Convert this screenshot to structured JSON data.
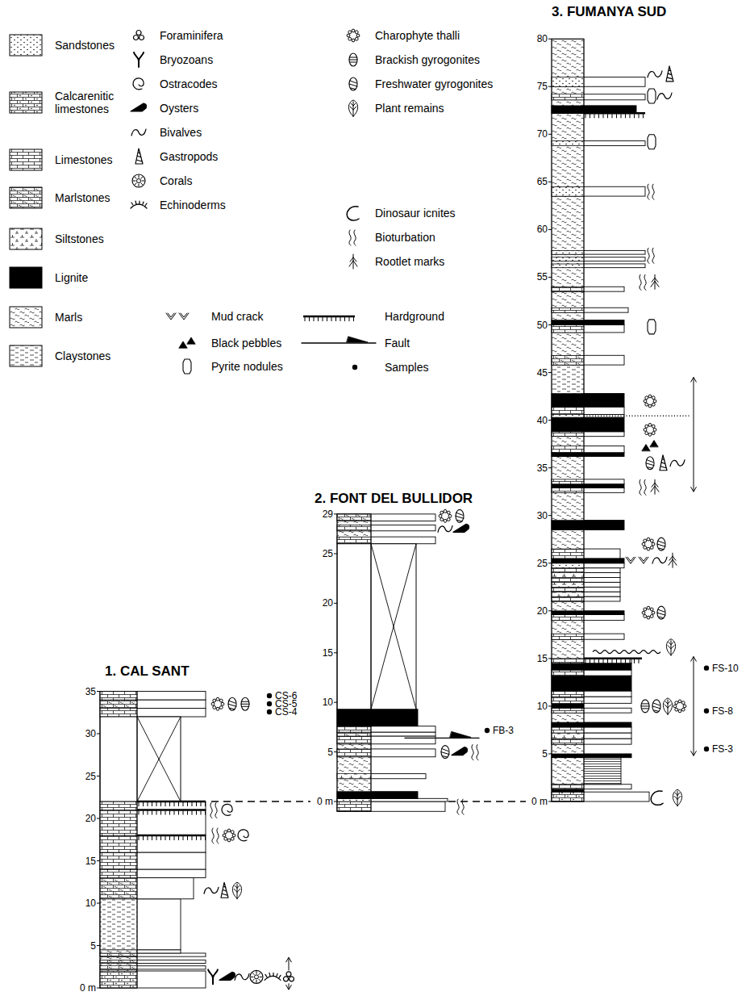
{
  "diagram": {
    "nodes": [
      {
        "text": [
          "1. CAL SANT"
        ]
      },
      {
        "text": [
          "2. FONT DEL BULLIDOR"
        ]
      },
      {
        "text": [
          "3. FUMANYA SUD"
        ]
      }
    ],
    "edges": [
      {
        "from": 0,
        "to": 1,
        "arrow": "none"
      },
      {
        "from": 1,
        "to": 2,
        "arrow": "none"
      }
    ],
    "labels": [
      "35",
      "30",
      "25",
      "20",
      "15",
      "10",
      "5",
      "0 m",
      "29",
      "25",
      "20",
      "15",
      "10",
      "5",
      "0 m",
      "80",
      "75",
      "70",
      "65",
      "60",
      "55",
      "50",
      "45",
      "40",
      "35",
      "30",
      "25",
      "20",
      "15",
      "10",
      "5",
      "0 m",
      "CS-6",
      "CS-5",
      "CS-4",
      "FB-3",
      "FS-10",
      "FS-8",
      "FS-3"
    ],
    "legend": [
      {
        "text": "Sandstones"
      },
      {
        "text": "Calcarenitic limestones"
      },
      {
        "text": "Limestones"
      },
      {
        "text": "Marlstones"
      },
      {
        "text": "Siltstones"
      },
      {
        "text": "Lignite",
        "color": "#000000"
      },
      {
        "text": "Marls"
      },
      {
        "text": "Claystones"
      },
      {
        "text": "Foraminifera"
      },
      {
        "text": "Bryozoans"
      },
      {
        "text": "Ostracodes"
      },
      {
        "text": "Oysters"
      },
      {
        "text": "Bivalves"
      },
      {
        "text": "Gastropods"
      },
      {
        "text": "Corals"
      },
      {
        "text": "Echinoderms"
      },
      {
        "text": "Charophyte thalli"
      },
      {
        "text": "Brackish gyrogonites"
      },
      {
        "text": "Freshwater gyrogonites"
      },
      {
        "text": "Plant remains"
      },
      {
        "text": "Dinosaur icnites"
      },
      {
        "text": "Bioturbation"
      },
      {
        "text": "Rootlet marks"
      },
      {
        "text": "Mud crack"
      },
      {
        "text": "Black pebbles"
      },
      {
        "text": "Pyrite nodules"
      },
      {
        "text": "Hardground"
      },
      {
        "text": "Fault"
      },
      {
        "text": "Samples"
      }
    ]
  }
}
